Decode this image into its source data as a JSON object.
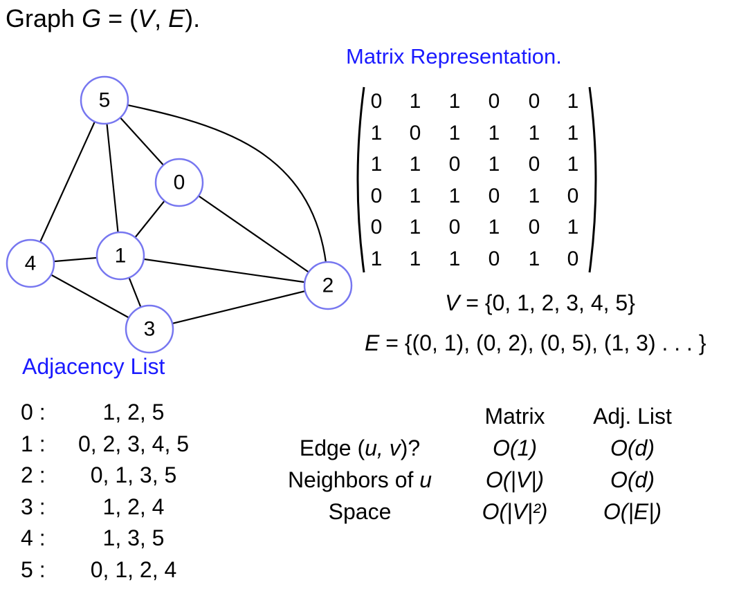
{
  "title": {
    "prefix": "Graph ",
    "G": "G",
    "eq": " = (",
    "V": "V",
    "comma": ", ",
    "E": "E",
    "suffix": ")."
  },
  "matrix_title": "Matrix Representation.",
  "graph": {
    "nodes": [
      "0",
      "1",
      "2",
      "3",
      "4",
      "5"
    ],
    "edges": [
      [
        "0",
        "1"
      ],
      [
        "0",
        "2"
      ],
      [
        "0",
        "5"
      ],
      [
        "1",
        "2"
      ],
      [
        "1",
        "3"
      ],
      [
        "1",
        "4"
      ],
      [
        "1",
        "5"
      ],
      [
        "2",
        "3"
      ],
      [
        "2",
        "5"
      ],
      [
        "3",
        "4"
      ],
      [
        "4",
        "5"
      ]
    ],
    "node_stroke_color": "#7777f0"
  },
  "matrix": {
    "rows": [
      [
        "0",
        "1",
        "1",
        "0",
        "0",
        "1"
      ],
      [
        "1",
        "0",
        "1",
        "1",
        "1",
        "1"
      ],
      [
        "1",
        "1",
        "0",
        "1",
        "0",
        "1"
      ],
      [
        "0",
        "1",
        "1",
        "0",
        "1",
        "0"
      ],
      [
        "0",
        "1",
        "0",
        "1",
        "0",
        "1"
      ],
      [
        "1",
        "1",
        "1",
        "0",
        "1",
        "0"
      ]
    ]
  },
  "vertex_set": {
    "symbol": "V",
    "body": " = {0, 1, 2, 3, 4, 5}"
  },
  "edge_set": {
    "symbol": "E",
    "body": " = {(0, 1), (0, 2), (0, 5), (1, 3) . . . }"
  },
  "adjacency": {
    "title": "Adjacency List",
    "entries": [
      {
        "key": "0 :",
        "value": "1, 2, 5"
      },
      {
        "key": "1 :",
        "value": "0, 2, 3, 4, 5"
      },
      {
        "key": "2 :",
        "value": "0, 1, 3, 5"
      },
      {
        "key": "3 :",
        "value": "1, 2, 4"
      },
      {
        "key": "4 :",
        "value": "1, 3, 5"
      },
      {
        "key": "5 :",
        "value": "0, 1, 2, 4"
      }
    ]
  },
  "complexity": {
    "headers": [
      "Matrix",
      "Adj. List"
    ],
    "rows": [
      {
        "label_pre": "Edge (",
        "label_vars": "u, v",
        "label_post": ")?",
        "matrix": "O(1)",
        "list": "O(d)"
      },
      {
        "label_pre": "Neighbors of ",
        "label_vars": "u",
        "label_post": "",
        "matrix": "O(|V|)",
        "list": "O(d)"
      },
      {
        "label_pre": "Space",
        "label_vars": "",
        "label_post": "",
        "matrix": "O(|V|²)",
        "list": "O(|E|)"
      }
    ]
  },
  "colors": {
    "heading_blue": "#1a1aff",
    "node_stroke": "#7777f0",
    "text": "#000000"
  }
}
